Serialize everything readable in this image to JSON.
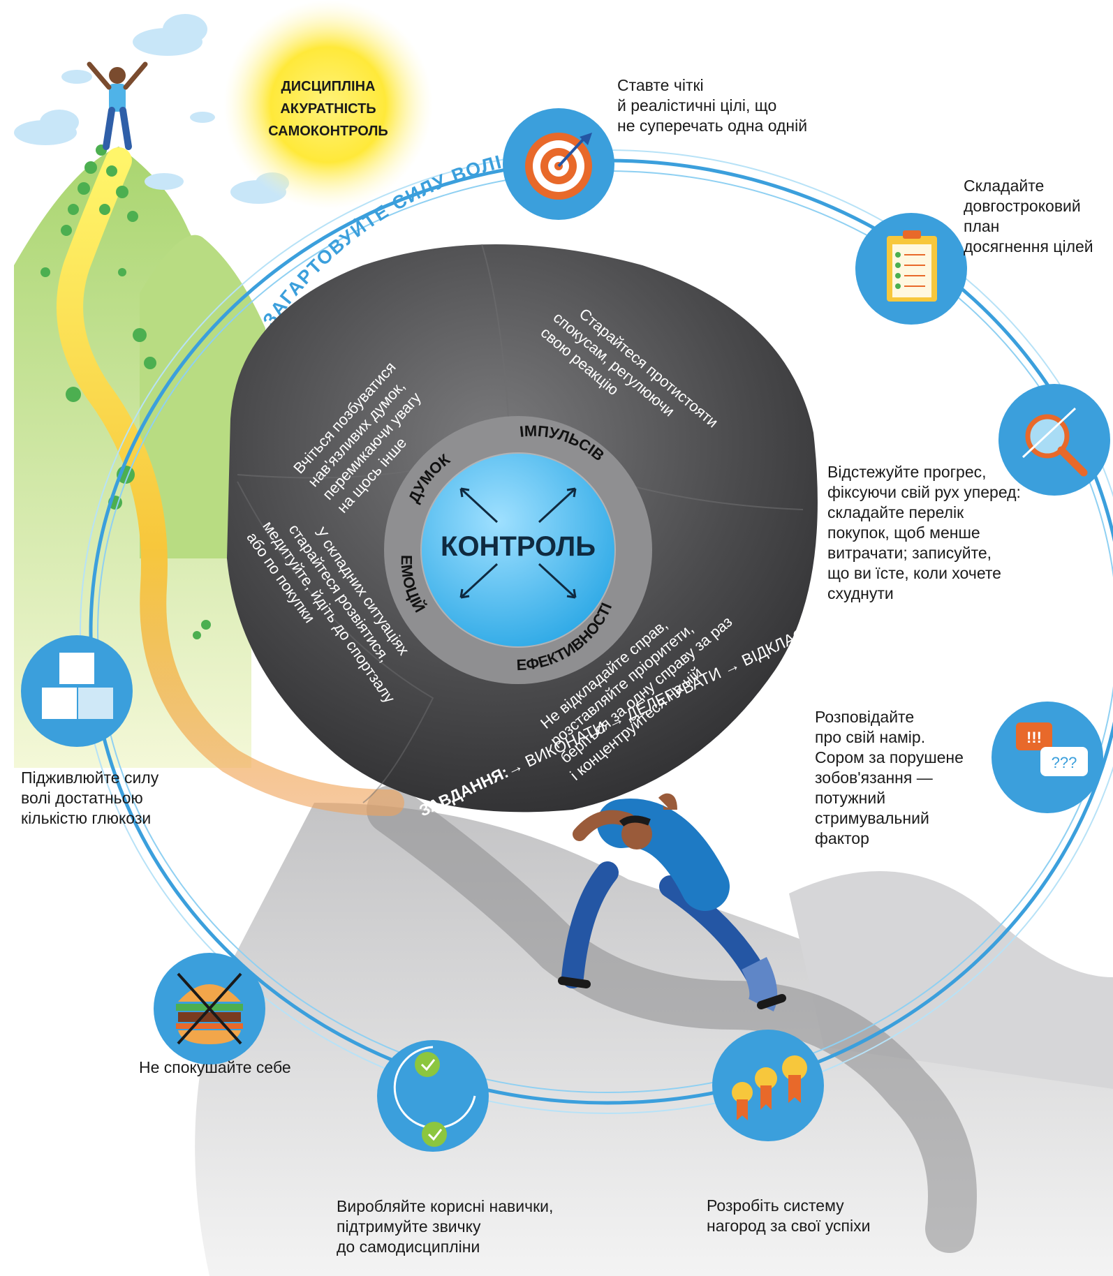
{
  "sun_text": "ДИСЦИПЛІНА\nАКУРАТНІСТЬ\nСАМОКОНТРОЛЬ",
  "arc_title": "ЗАГАРТОВУЙТЕ СИЛУ ВОЛІ",
  "center": "КОНТРОЛЬ",
  "ring": {
    "thoughts": "ДУМОК",
    "impulses": "ІМПУЛЬСІВ",
    "emotions": "ЕМОЦІЙ",
    "efficiency": "ЕФЕКТИВНОСТІ"
  },
  "boulder": {
    "thoughts_tip": [
      "Вчіться позбуватися",
      "нав'язливих думок,",
      "перемикаючи увагу",
      "на щось інше"
    ],
    "impulses_tip": [
      "Старайтеся протистояти",
      "спокусам, регулюючи",
      "свою реакцію"
    ],
    "emotions_tip": [
      "У складних ситуаціях",
      "старайтеся розвіятися,",
      "медитуйте, йдіть до спортзалу",
      "або по покупки"
    ],
    "efficiency_tip": [
      "Не відкладайте справ,",
      "розставляйте пріоритети,",
      "беріться за одну справу за раз",
      "і концентруйтеся на ній"
    ],
    "tasks_label": "ЗАВДАННЯ:",
    "tasks_flow": "→ ВИКОНАТИ → ДЕЛЕГУВАТИ → ВІДКЛАСТИ"
  },
  "tips": {
    "goals": "Ставте чіткі\nй реалістичні цілі, що\nне суперечать одна одній",
    "plan": "Складайте\nдовгостроковий план\nдосягнення цілей",
    "progress": "Відстежуйте прогрес,\nфіксуючи свій рух уперед:\nскладайте перелік\nпокупок, щоб менше\nвитрачати; записуйте,\nщо ви їсте, коли хочете\nсхуднути",
    "tell": "Розповідайте\nпро свій намір.\nСором за порушене\nзобов'язання —\nпотужний\nстримувальний\nфактор",
    "glucose": "Підживлюйте силу\nволі достатньою\nкількістю глюкози",
    "tempt": "Не спокушайте себе",
    "habits": "Виробляйте корисні навички,\nпідтримуйте звичку\nдо самодисципліни",
    "rewards": "Розробіть систему\nнагород за свої успіхи"
  },
  "bubble_text": {
    "exclaim": "!!!",
    "question": "???"
  },
  "colors": {
    "blue": "#3b9fdc",
    "orange": "#e8692a",
    "boulder": "#4b4b4d",
    "center": "#55bff0"
  }
}
